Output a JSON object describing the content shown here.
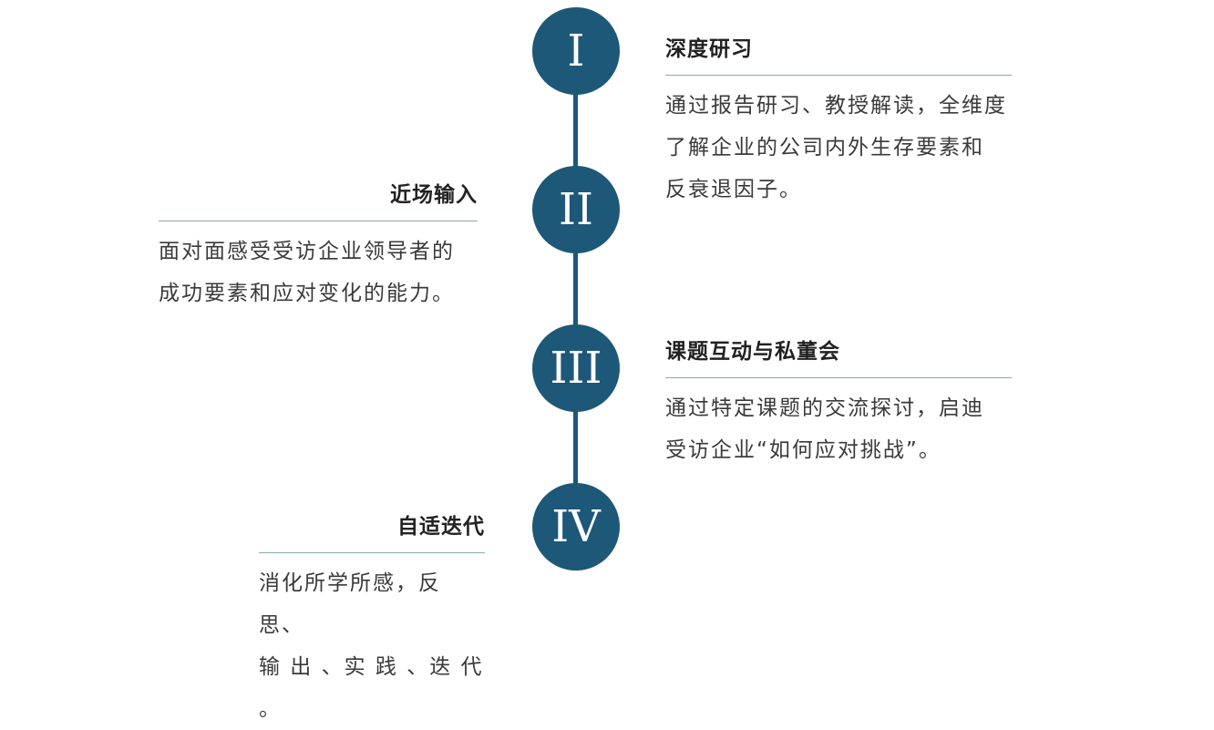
{
  "steps": [
    {
      "numeral": "I",
      "title": "深度研习",
      "desc_lines": [
        "通过报告研习、教授解读，全维度",
        "了解企业的公司内外生存要素和",
        "反衰退因子。"
      ]
    },
    {
      "numeral": "II",
      "title": "近场输入",
      "desc_lines": [
        "面对面感受受访企业领导者的",
        "成功要素和应对变化的能力。"
      ]
    },
    {
      "numeral": "III",
      "title": "课题互动与私董会",
      "desc_lines": [
        "通过特定课题的交流探讨，启迪",
        "受访企业“如何应对挑战”。"
      ]
    },
    {
      "numeral": "IV",
      "title": "自适迭代",
      "desc_lines": [
        "消化所学所感，反思、",
        "输 出 、实 践 、迭 代 。"
      ]
    }
  ],
  "colors": {
    "accent": "#1d5878",
    "divider": "#8aa7b8",
    "title_text": "#222222",
    "body_text": "#3a3a3a"
  }
}
